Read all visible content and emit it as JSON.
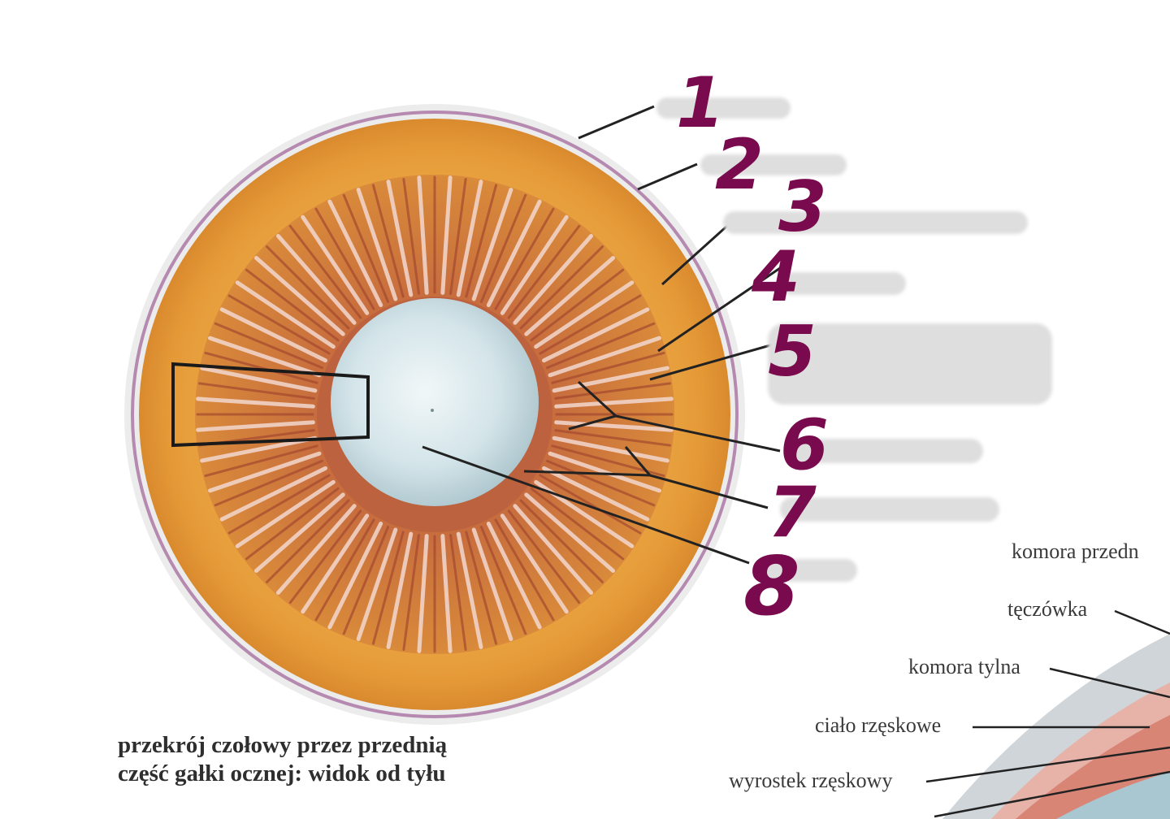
{
  "numbers": [
    "1",
    "2",
    "3",
    "4",
    "5",
    "6",
    "7",
    "8"
  ],
  "right_labels": {
    "anterior_chamber": "komora przedn",
    "iris": "tęczówka",
    "posterior_chamber": "komora tylna",
    "ciliary_body": "ciało rzęskowe",
    "ciliary_process": "wyrostek rzęskowy"
  },
  "caption": {
    "line1": "przekrój czołowy przez przednią",
    "line2": "część gałki ocznej: widok od tyłu"
  },
  "colors": {
    "handwriting": "#7a0a4e",
    "orange_outer": "#e49a33",
    "orange_inner": "#d9873a",
    "lens": "#c9dde3",
    "sclera_line": "#b68ab0",
    "fold_red": "#b5543a"
  }
}
